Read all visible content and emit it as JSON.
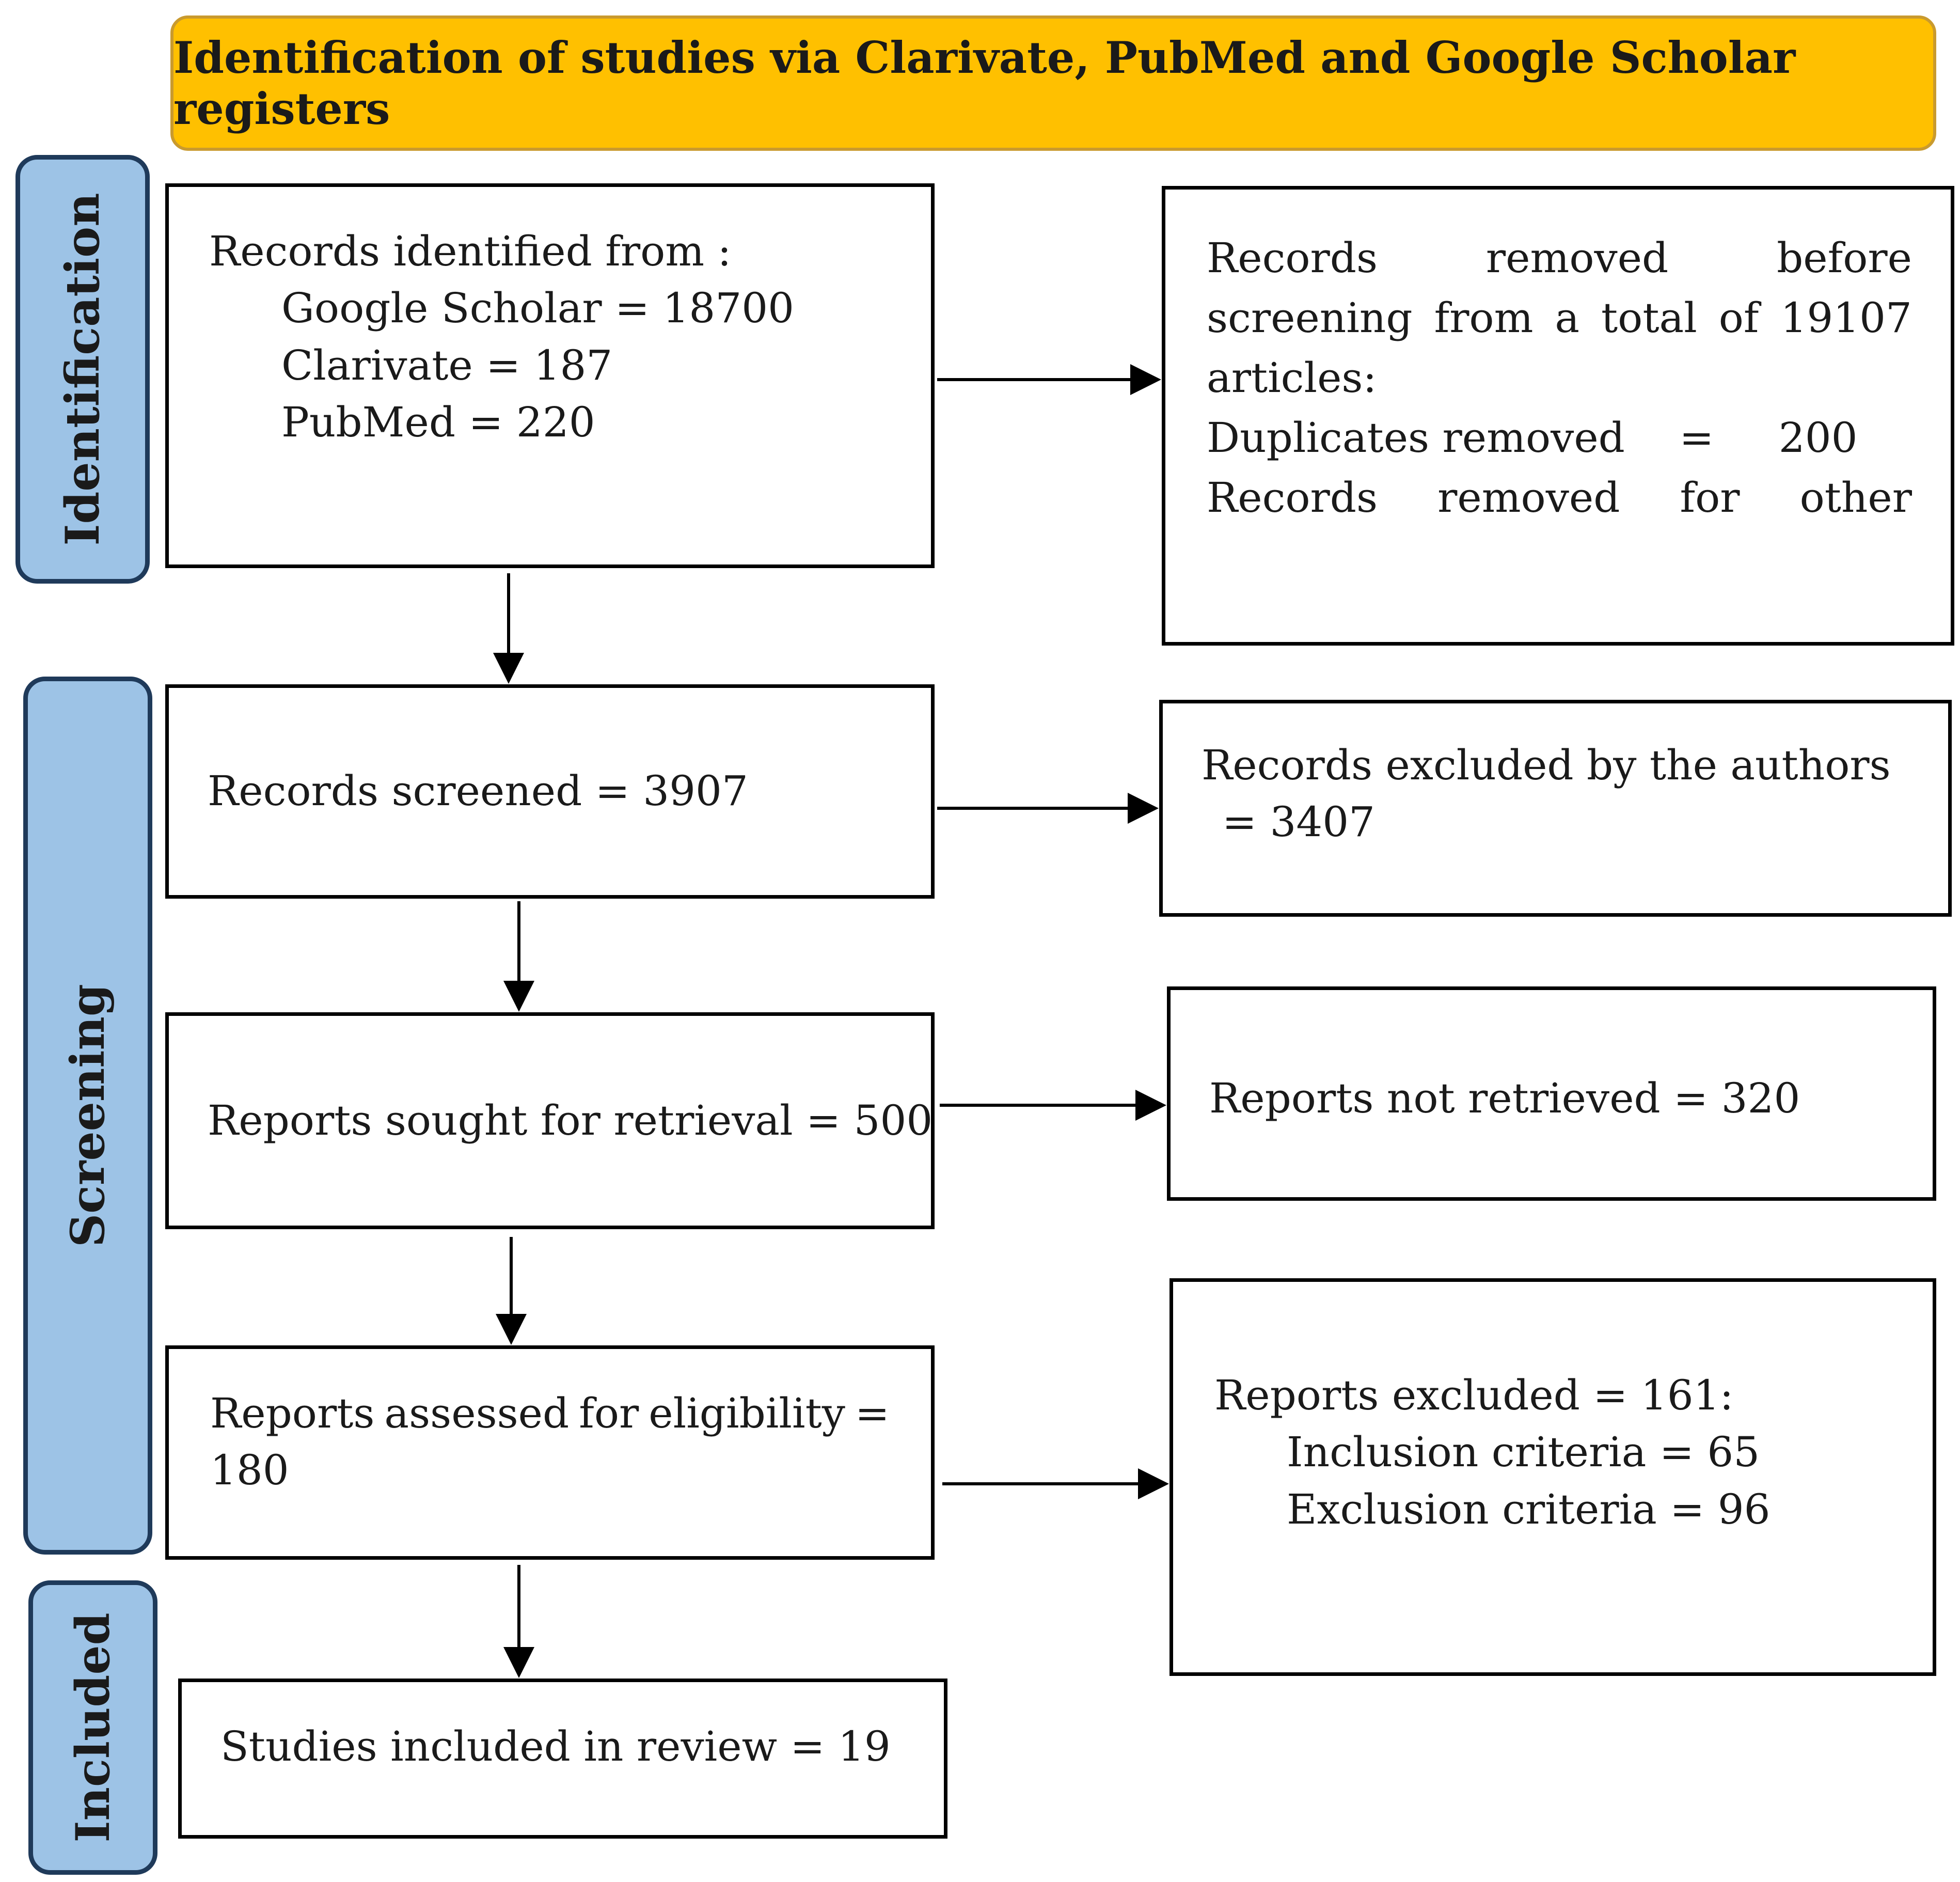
{
  "banner": {
    "title": "Identification of studies via Clarivate, PubMed and Google Scholar registers"
  },
  "phases": {
    "identification": "Identification",
    "screening": "Screening",
    "included": "Included"
  },
  "boxes": {
    "identified": {
      "heading": "Records identified from  :",
      "google": "Google Scholar = 18700",
      "clarivate": "Clarivate = 187",
      "pubmed": "PubMed  = 220"
    },
    "removed": {
      "line1": [
        "Records",
        "removed",
        "before"
      ],
      "line2": [
        "screening",
        "from",
        "a",
        "total",
        "of",
        "19107"
      ],
      "line3": "articles:",
      "line4": [
        "Duplicates removed",
        "=",
        "200"
      ],
      "line5": [
        "Records",
        "removed",
        "for",
        "other"
      ]
    },
    "screened": {
      "text": "Records screened = 3907"
    },
    "excluded_authors": {
      "line1": "Records excluded by the authors",
      "line2": "= 3407"
    },
    "sought": {
      "text": "Reports sought for retrieval = 500"
    },
    "not_retrieved": {
      "text": "Reports not retrieved = 320"
    },
    "assessed": {
      "line1": [
        "Reports",
        "assessed",
        "for",
        "eligibility",
        "="
      ],
      "line2": "180"
    },
    "reports_excluded": {
      "heading": "Reports excluded = 161:",
      "inclusion": "Inclusion criteria = 65",
      "exclusion": "Exclusion criteria = 96"
    },
    "included": {
      "text": "Studies included in review = 19"
    }
  },
  "colors": {
    "banner_fill": "#ffc000",
    "banner_border": "#c99a2e",
    "phase_fill": "#9dc3e6",
    "phase_border": "#1f3a5a"
  }
}
